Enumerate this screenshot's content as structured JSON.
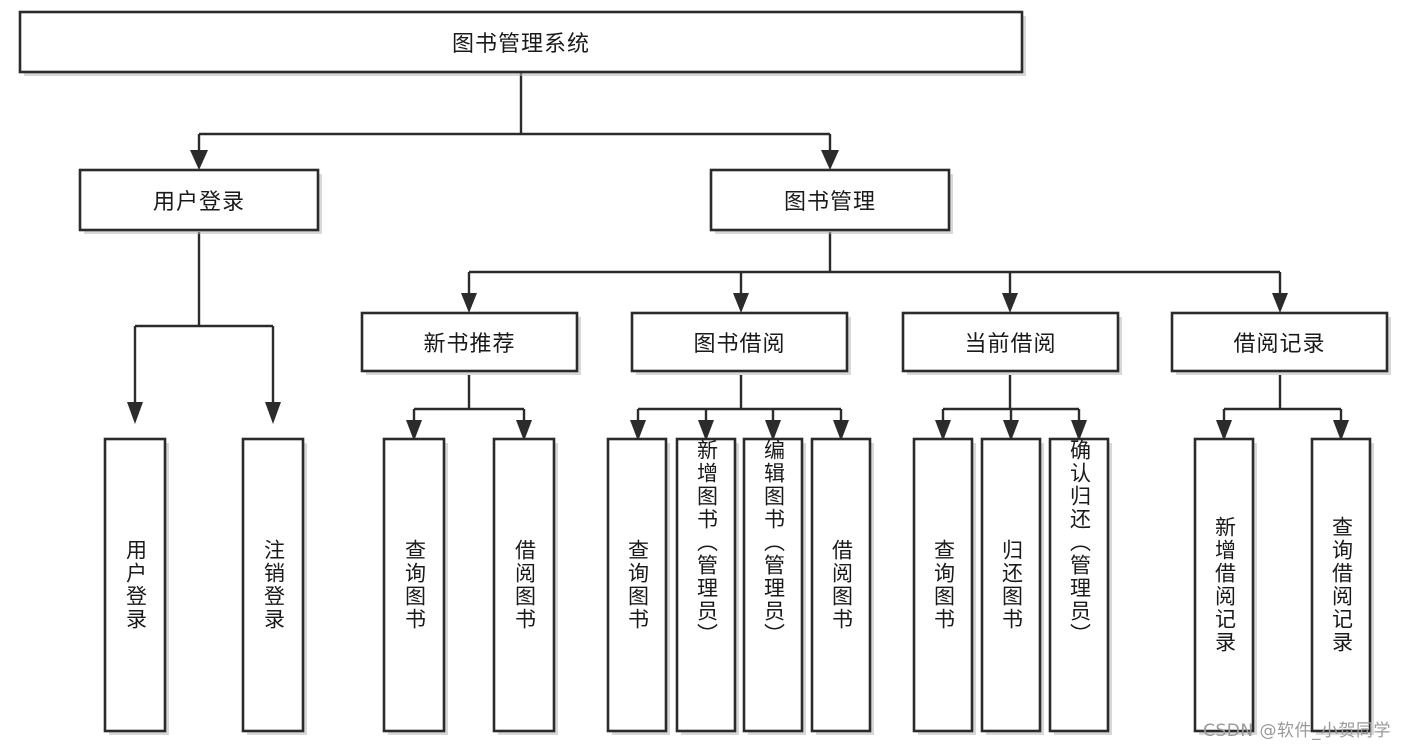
{
  "diagram": {
    "title": "图书管理系统",
    "type": "tree-hierarchy",
    "background_color": "#ffffff",
    "line_color": "#2b2b2b",
    "text_color": "#1a1a1a",
    "box_fill": "#ffffff"
  },
  "root": {
    "label": "图书管理系统"
  },
  "level2": {
    "user_login": {
      "label": "用户登录"
    },
    "book_manage": {
      "label": "图书管理"
    }
  },
  "level3": {
    "new_book_recommend": {
      "label": "新书推荐"
    },
    "book_borrow": {
      "label": "图书借阅"
    },
    "current_borrow": {
      "label": "当前借阅"
    },
    "borrow_record": {
      "label": "借阅记录"
    }
  },
  "leaves": {
    "user_login_children": [
      {
        "label": "用户登录"
      },
      {
        "label": "注销登录"
      }
    ],
    "new_book_recommend_children": [
      {
        "label": "查询图书"
      },
      {
        "label": "借阅图书"
      }
    ],
    "book_borrow_children": [
      {
        "label": "查询图书"
      },
      {
        "label": "新增图书（管理员）"
      },
      {
        "label": "编辑图书（管理员）"
      },
      {
        "label": "借阅图书"
      }
    ],
    "current_borrow_children": [
      {
        "label": "查询图书"
      },
      {
        "label": "归还图书"
      },
      {
        "label": "确认归还（管理员）"
      }
    ],
    "borrow_record_children": [
      {
        "label": "新增借阅记录"
      },
      {
        "label": "查询借阅记录"
      }
    ]
  },
  "watermark": {
    "text": "CSDN @软件_小贺同学"
  }
}
